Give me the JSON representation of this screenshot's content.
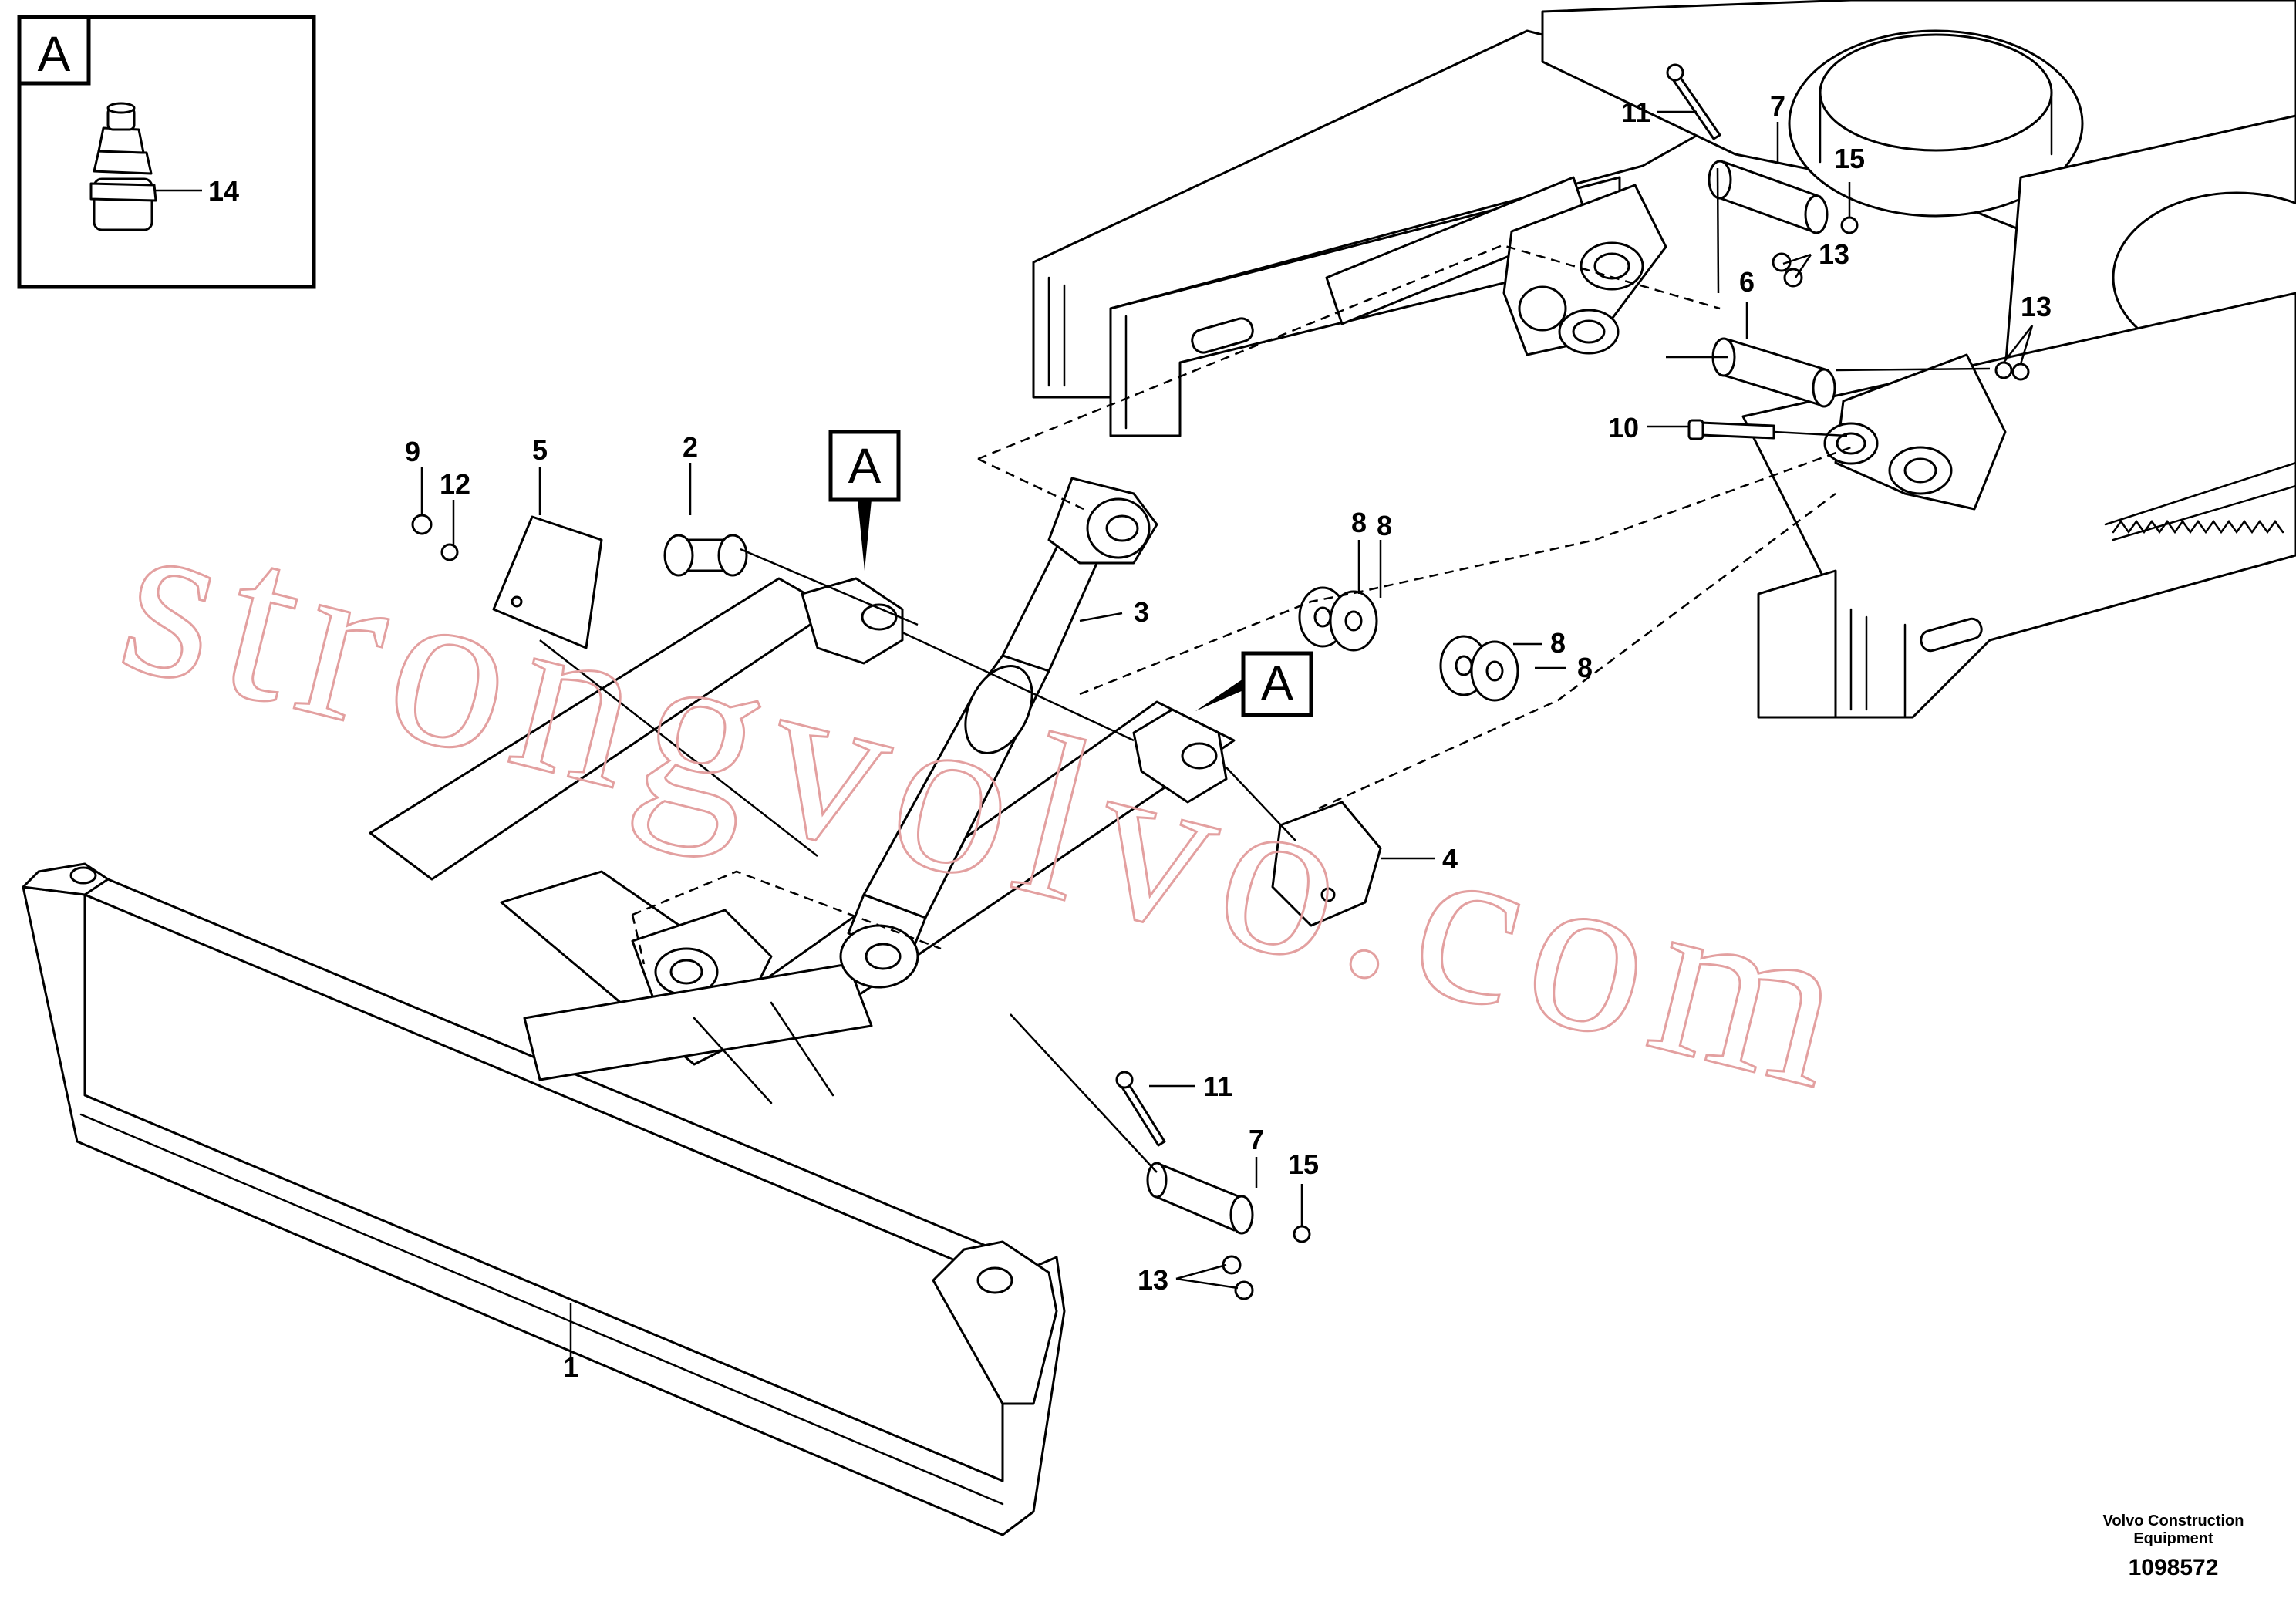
{
  "detail": {
    "label": "A",
    "part": "14"
  },
  "callouts": {
    "c1": "1",
    "c2": "2",
    "c3": "3",
    "c4": "4",
    "c5": "5",
    "c6": "6",
    "c7a": "7",
    "c7b": "7",
    "c8a": "8",
    "c8b": "8",
    "c8c": "8",
    "c8d": "8",
    "c9": "9",
    "c10": "10",
    "c11a": "11",
    "c11b": "11",
    "c12": "12",
    "c13a": "13",
    "c13b": "13",
    "c13c": "13",
    "c15a": "15",
    "c15b": "15"
  },
  "view_labels": {
    "a1": "A",
    "a2": "A"
  },
  "watermark": "strongvolvo.com",
  "footer": {
    "line1": "Volvo Construction",
    "line2": "Equipment",
    "figure_id": "1098572"
  }
}
